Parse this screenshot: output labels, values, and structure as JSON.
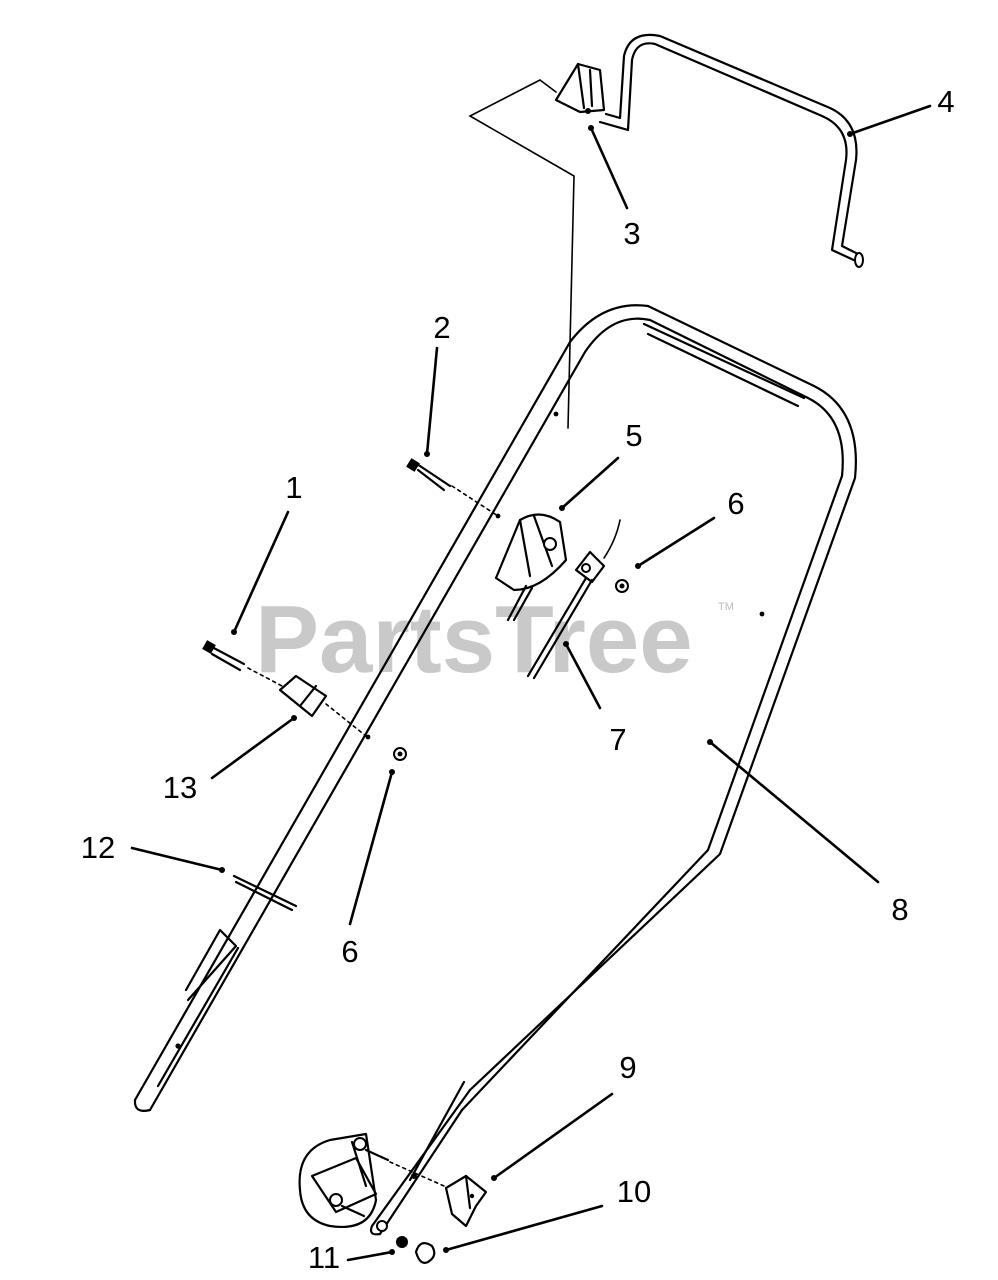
{
  "watermark": {
    "text": "PartsTree",
    "trademark": "TM"
  },
  "callouts": [
    {
      "number": "1"
    },
    {
      "number": "2"
    },
    {
      "number": "3"
    },
    {
      "number": "4"
    },
    {
      "number": "5"
    },
    {
      "number": "6"
    },
    {
      "number": "6"
    },
    {
      "number": "7"
    },
    {
      "number": "8"
    },
    {
      "number": "9"
    },
    {
      "number": "10"
    },
    {
      "number": "11"
    },
    {
      "number": "12"
    },
    {
      "number": "13"
    }
  ]
}
